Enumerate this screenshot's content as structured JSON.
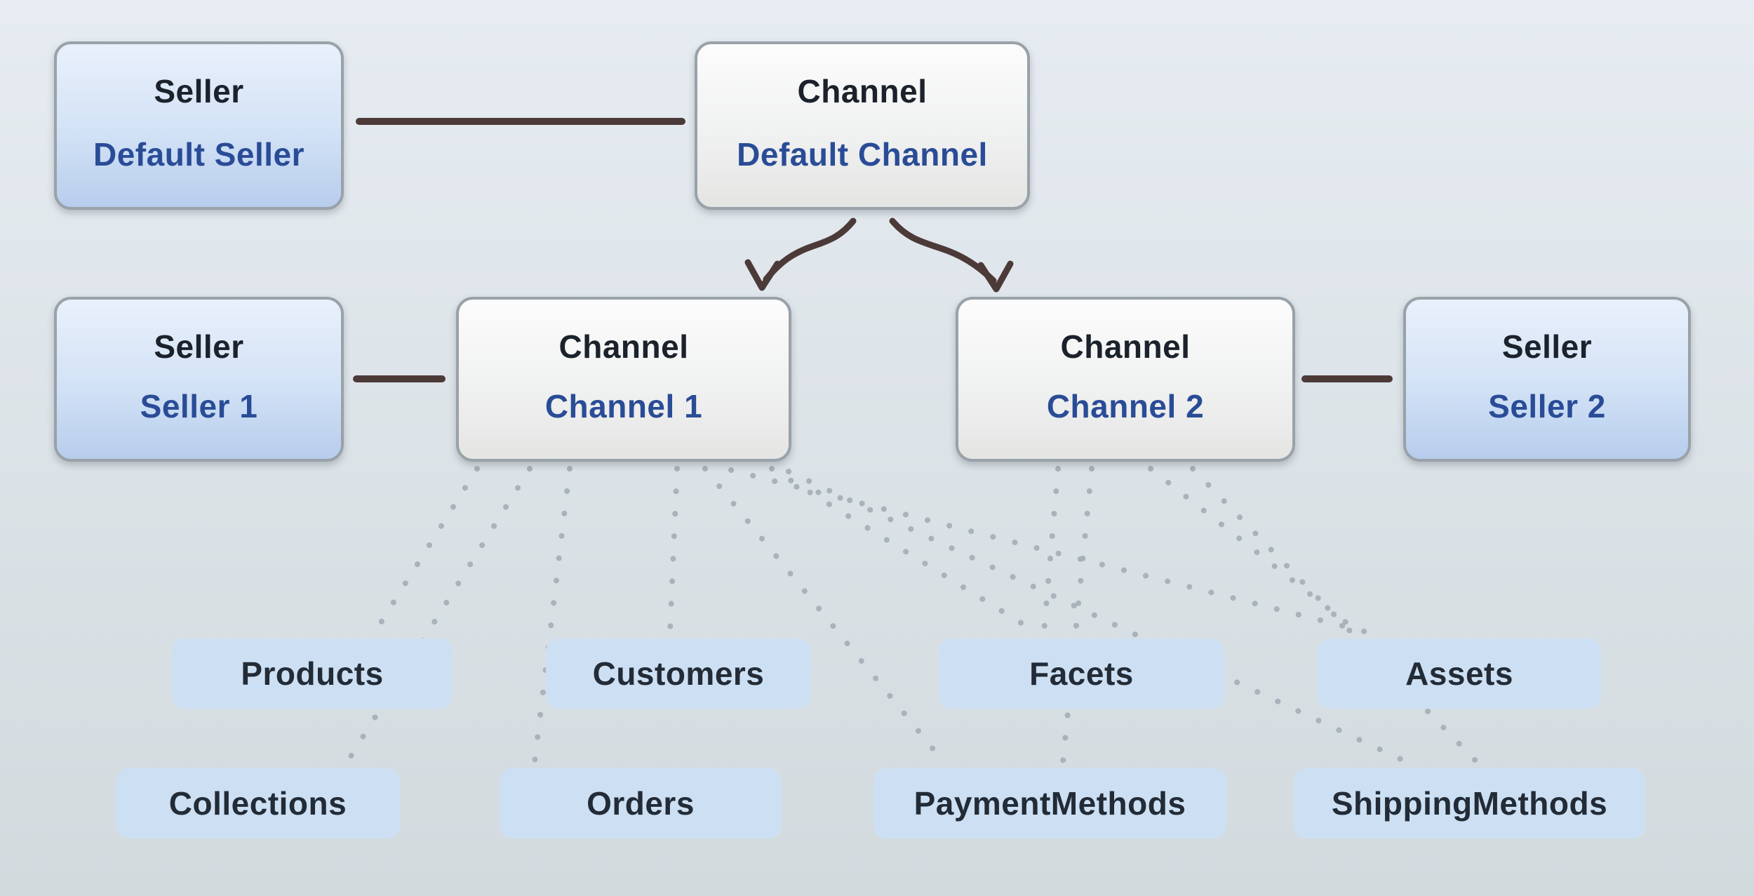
{
  "nodes": {
    "default_seller": {
      "type": "Seller",
      "name": "Default Seller"
    },
    "default_channel": {
      "type": "Channel",
      "name": "Default Channel"
    },
    "seller_1": {
      "type": "Seller",
      "name": "Seller 1"
    },
    "channel_1": {
      "type": "Channel",
      "name": "Channel 1"
    },
    "channel_2": {
      "type": "Channel",
      "name": "Channel 2"
    },
    "seller_2": {
      "type": "Seller",
      "name": "Seller 2"
    }
  },
  "entities": [
    {
      "label": "Products"
    },
    {
      "label": "Customers"
    },
    {
      "label": "Facets"
    },
    {
      "label": "Assets"
    },
    {
      "label": "Collections"
    },
    {
      "label": "Orders"
    },
    {
      "label": "PaymentMethods"
    },
    {
      "label": "ShippingMethods"
    }
  ],
  "relationships": {
    "solid": [
      {
        "from": "Default Seller",
        "to": "Default Channel"
      },
      {
        "from": "Seller 1",
        "to": "Channel 1"
      },
      {
        "from": "Channel 2",
        "to": "Seller 2"
      }
    ],
    "arrows": [
      {
        "from": "Default Channel",
        "to": "Channel 1"
      },
      {
        "from": "Default Channel",
        "to": "Channel 2"
      }
    ],
    "dotted": [
      {
        "from": "Channel 1",
        "to": "Products"
      },
      {
        "from": "Channel 1",
        "to": "Collections"
      },
      {
        "from": "Channel 1",
        "to": "Orders"
      },
      {
        "from": "Channel 1",
        "to": "Customers"
      },
      {
        "from": "Channel 1",
        "to": "PaymentMethods"
      },
      {
        "from": "Channel 1",
        "to": "Assets"
      },
      {
        "from": "Channel 1",
        "to": "Facets"
      },
      {
        "from": "Channel 1",
        "to": "ShippingMethods"
      },
      {
        "from": "Channel 2",
        "to": "Facets"
      },
      {
        "from": "Channel 2",
        "to": "PaymentMethods"
      },
      {
        "from": "Channel 2",
        "to": "Assets"
      },
      {
        "from": "Channel 2",
        "to": "ShippingMethods"
      }
    ]
  },
  "colors": {
    "background_top": "#e6ecf1",
    "background_bottom": "#d2dade",
    "seller_box_top": "#e9f0fb",
    "seller_box_bottom": "#b7cdec",
    "channel_box_top": "#fcfcfc",
    "channel_box_bottom": "#e4e5e3",
    "entity_box": "#cde0f3",
    "box_border": "#99a2a9",
    "title_text": "#1b222b",
    "name_text": "#2a4c97",
    "entity_text": "#222b36",
    "solid_line": "#4c3a39",
    "dotted_line": "#a7b0b8"
  }
}
